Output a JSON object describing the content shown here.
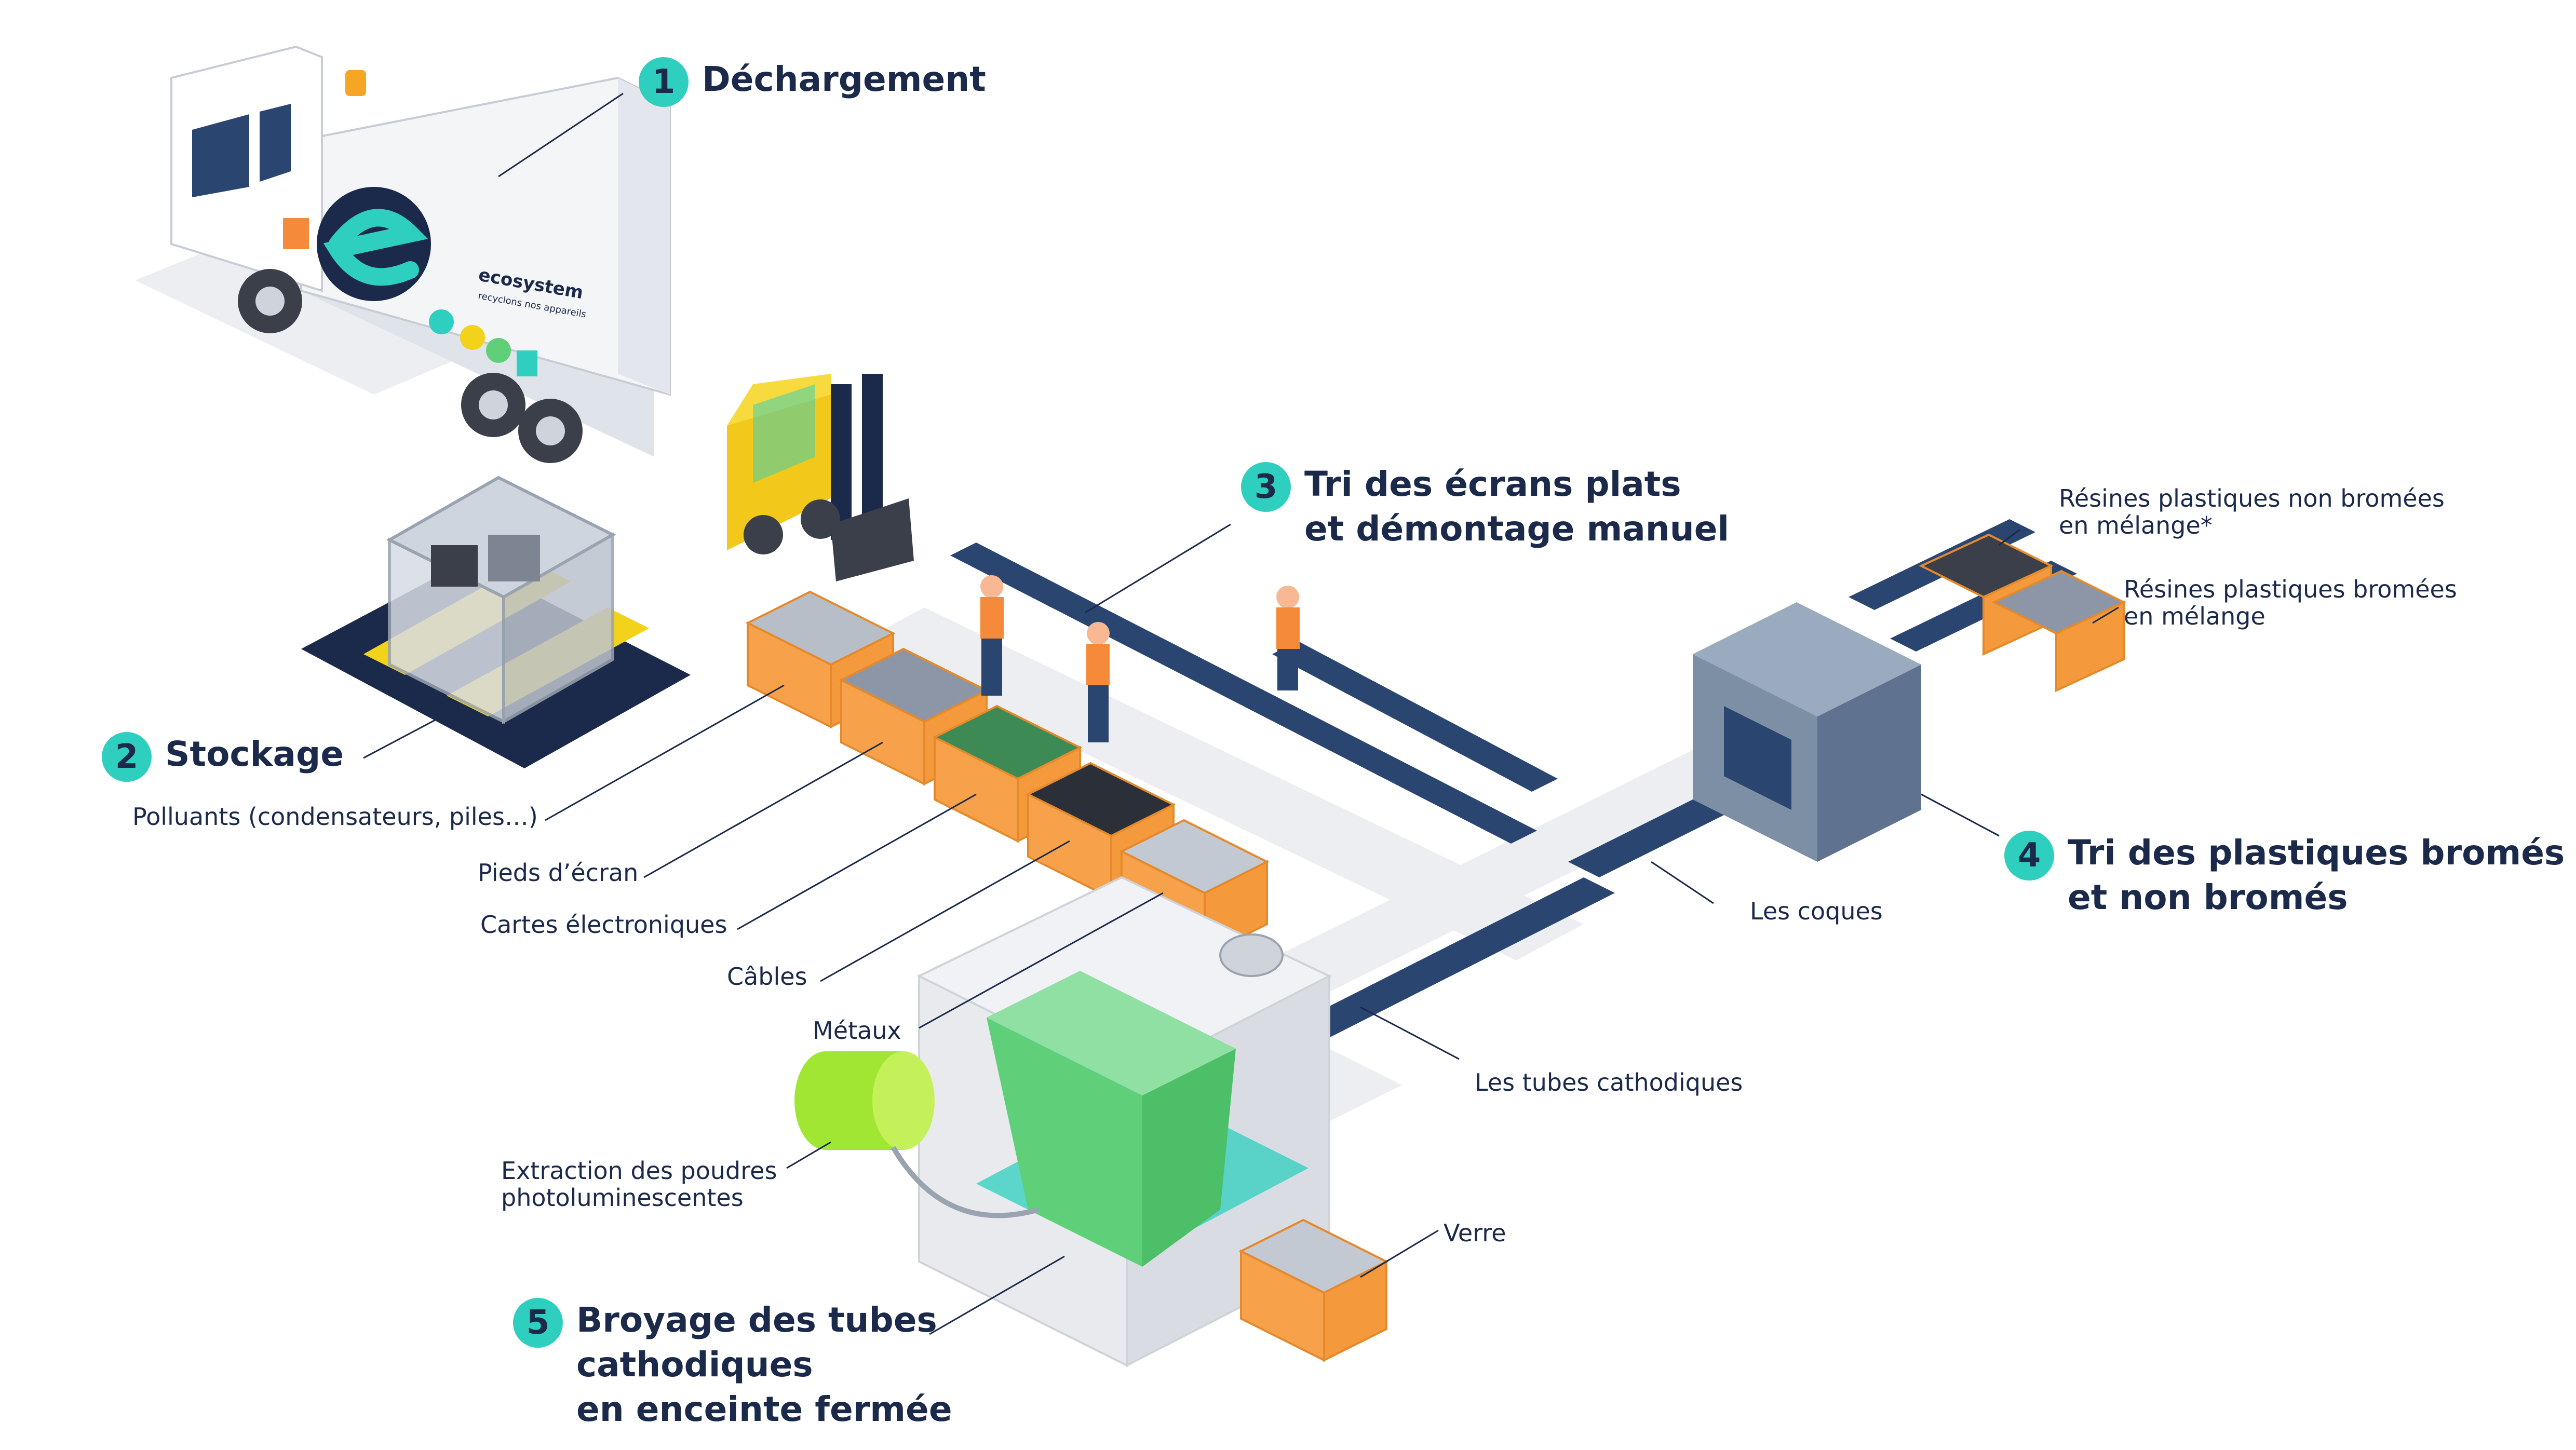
{
  "steps": [
    {
      "number": "1",
      "lines": [
        "Déchargement"
      ]
    },
    {
      "number": "2",
      "lines": [
        "Stockage"
      ]
    },
    {
      "number": "3",
      "lines": [
        "Tri des écrans plats",
        "et démontage manuel"
      ]
    },
    {
      "number": "4",
      "lines": [
        "Tri des plastiques bromés",
        "et non bromés"
      ]
    },
    {
      "number": "5",
      "lines": [
        "Broyage des tubes",
        "cathodiques",
        "en enceinte fermée"
      ]
    }
  ],
  "labels": {
    "polluants": "Polluants (condensateurs, piles…)",
    "pieds": "Pieds d’écran",
    "cartes": "Cartes électroniques",
    "cables": "Câbles",
    "metaux": "Métaux",
    "extraction": [
      "Extraction des poudres",
      "photoluminescentes"
    ],
    "verre": "Verre",
    "tubes": "Les tubes cathodiques",
    "coques": "Les coques",
    "non_bromees": [
      "Résines plastiques non bromées",
      "en mélange*"
    ],
    "bromees": [
      "Résines plastiques bromées",
      "en mélange"
    ]
  },
  "truck": {
    "brand": "ecosystem",
    "tagline": "recyclons nos appareils"
  },
  "colors": {
    "accent": "#2ecfbf",
    "navy": "#1b2a4a",
    "bin_orange": "#f7a24a",
    "hopper_green": "#5fcf7a",
    "conveyor": "#2a4570",
    "hazard_yellow": "#f2d21b"
  }
}
